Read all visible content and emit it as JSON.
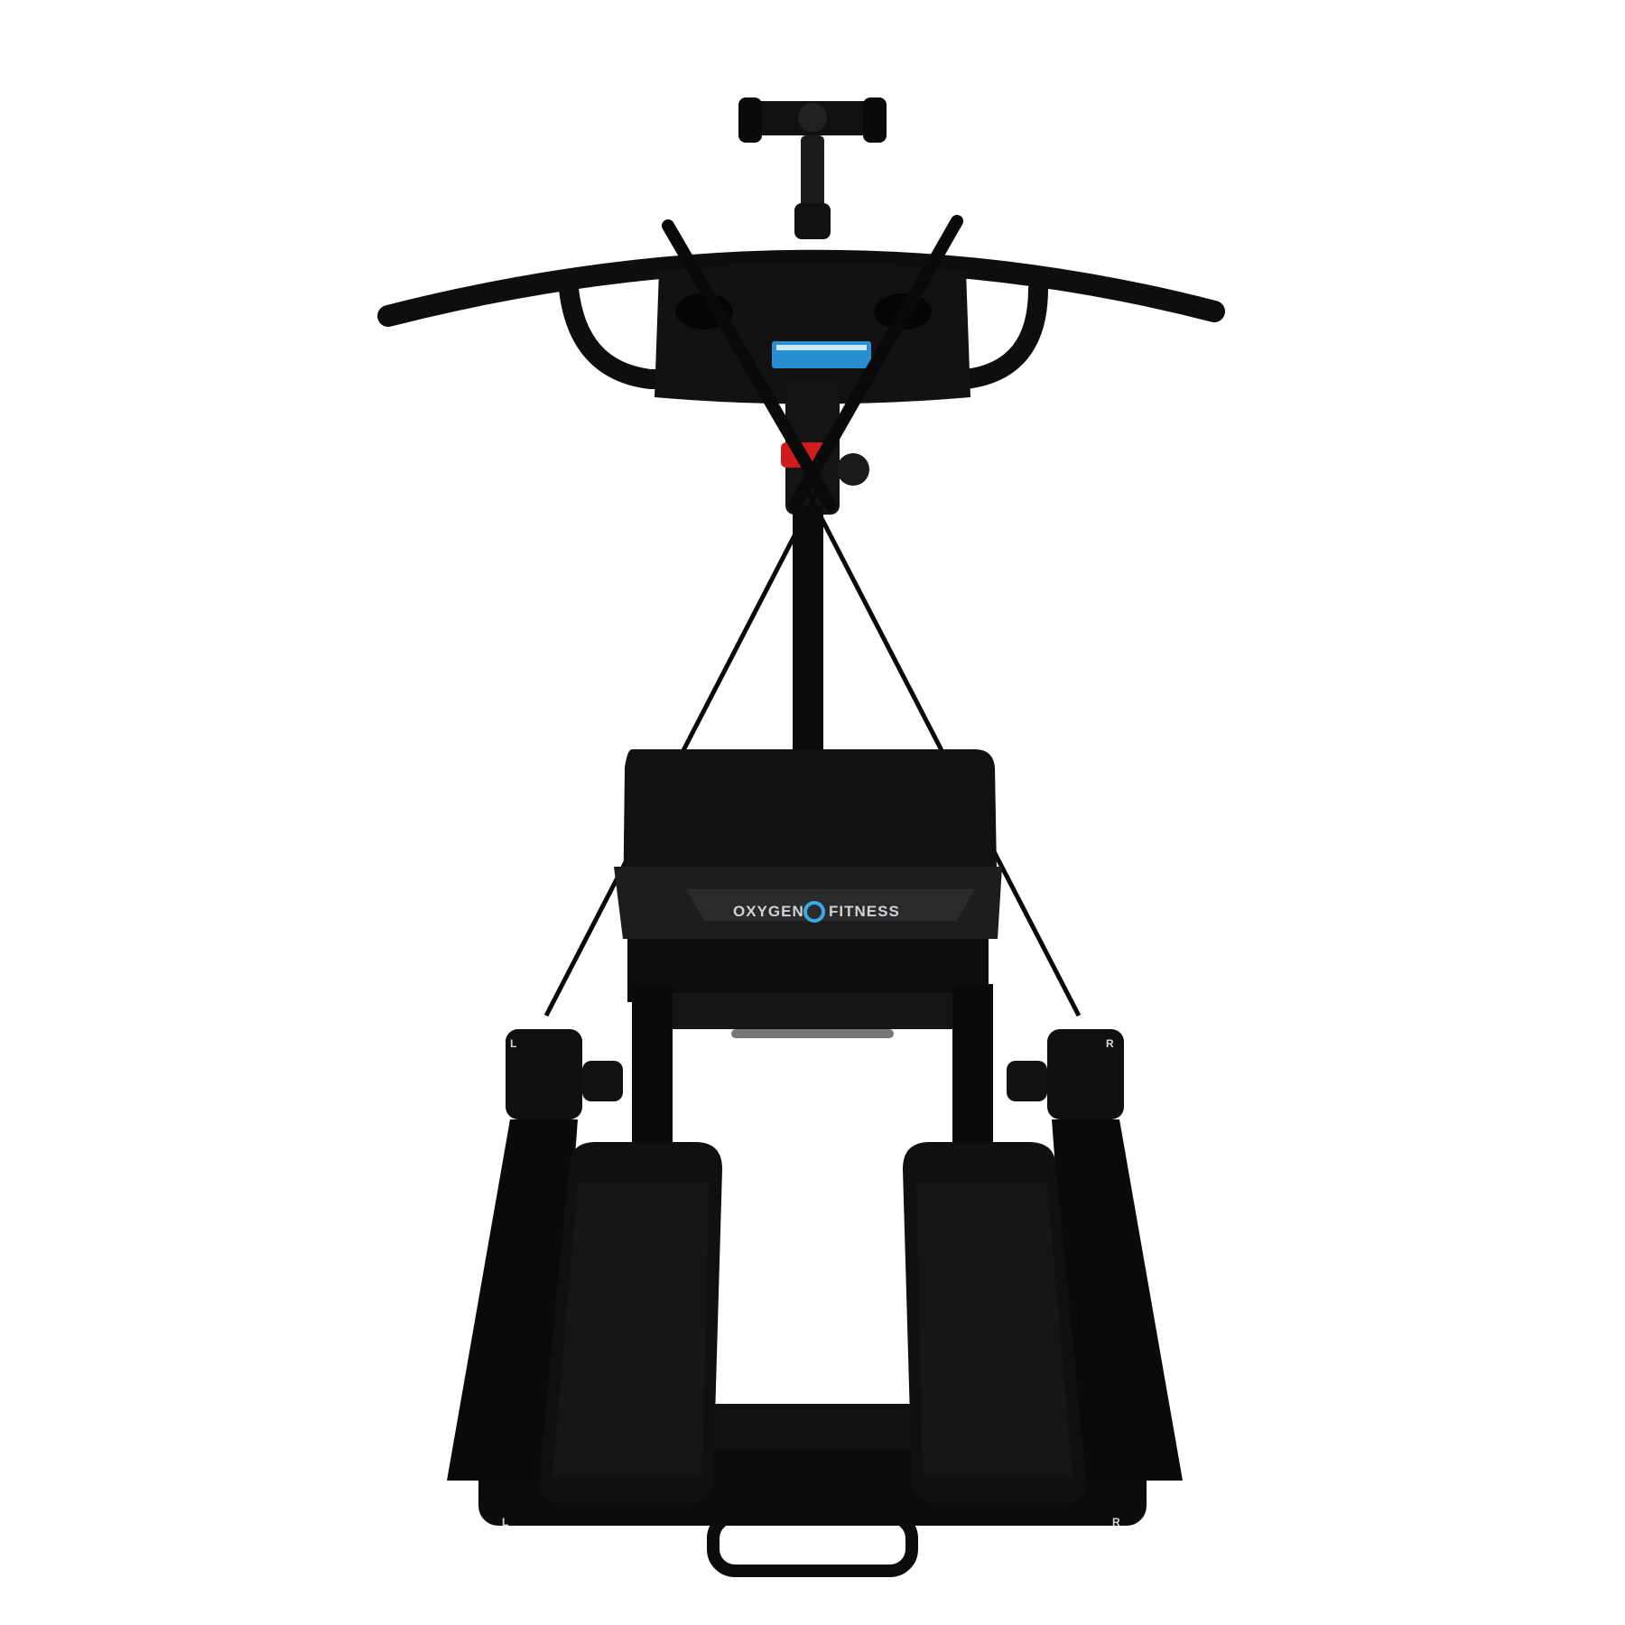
{
  "product": {
    "brand_left": "OXYGEN",
    "brand_right": "FITNESS",
    "left_mark": "L",
    "right_mark": "R"
  },
  "colors": {
    "background": "#ffffff",
    "frame": "#0a0a0a",
    "accent_red": "#d01c1c",
    "label_blue": "#2a8fd0",
    "brand_ring": "#3aa9e8"
  },
  "icons": [
    "phone-holder-icon",
    "brand-ring-icon"
  ]
}
